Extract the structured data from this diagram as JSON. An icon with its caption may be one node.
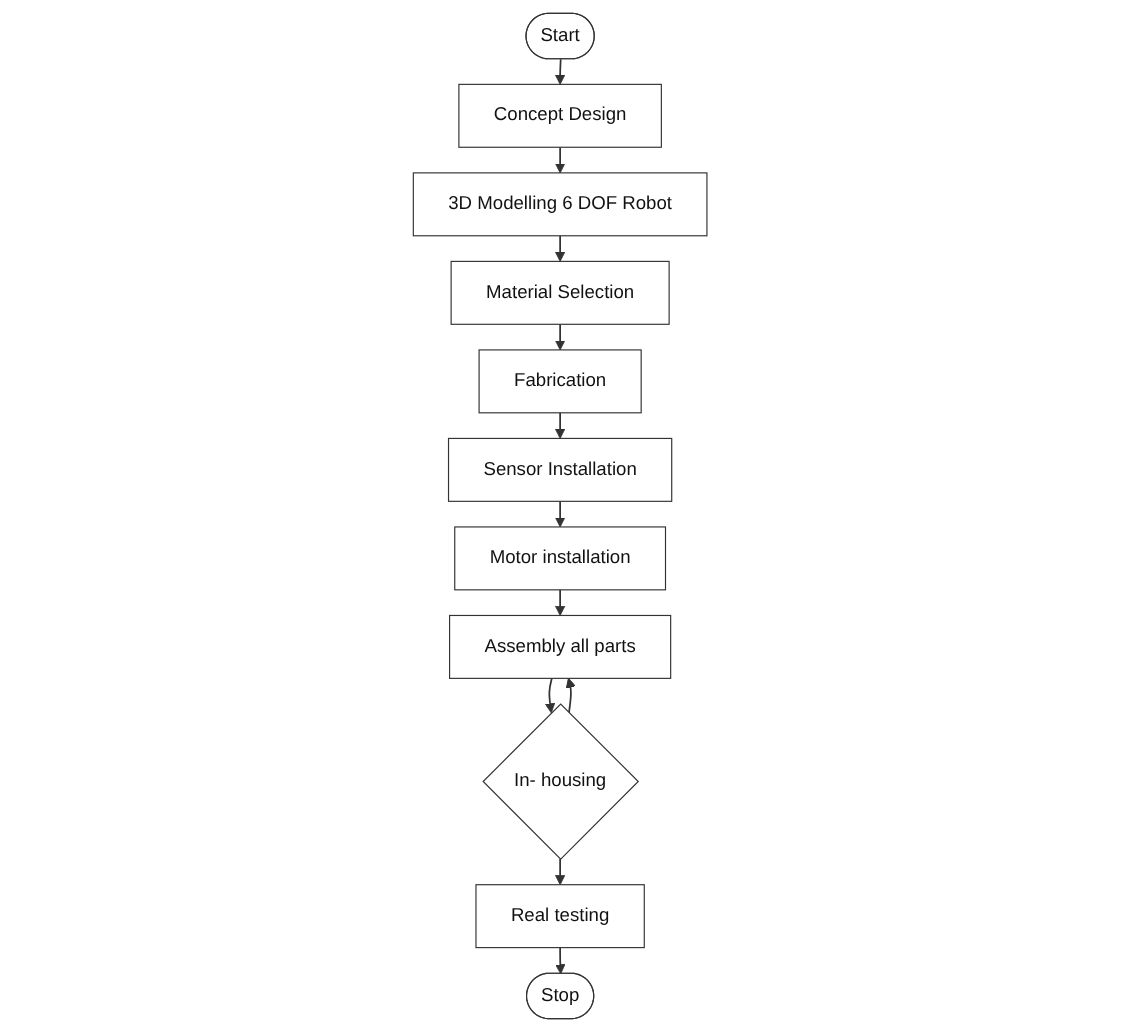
{
  "diagram": {
    "nodes": [
      {
        "text": [
          "Start"
        ]
      },
      {
        "text": [
          "Concept Design"
        ]
      },
      {
        "text": [
          "3D Modelling 6 DOF Robot"
        ]
      },
      {
        "text": [
          "Material Selection"
        ]
      },
      {
        "text": [
          "Fabrication"
        ]
      },
      {
        "text": [
          "Sensor Installation"
        ]
      },
      {
        "text": [
          "Motor installation"
        ]
      },
      {
        "text": [
          "Assembly all parts"
        ]
      },
      {
        "text": [
          "In- housing"
        ]
      },
      {
        "text": [
          "Real testing"
        ]
      },
      {
        "text": [
          "Stop"
        ]
      }
    ],
    "edges": [
      {
        "from": 0,
        "to": 1,
        "arrow": "to"
      },
      {
        "from": 1,
        "to": 2,
        "arrow": "to"
      },
      {
        "from": 2,
        "to": 3,
        "arrow": "to"
      },
      {
        "from": 3,
        "to": 4,
        "arrow": "to"
      },
      {
        "from": 4,
        "to": 5,
        "arrow": "to"
      },
      {
        "from": 5,
        "to": 6,
        "arrow": "to"
      },
      {
        "from": 6,
        "to": 7,
        "arrow": "to"
      },
      {
        "from": 7,
        "to": 8,
        "arrow": "to"
      },
      {
        "from": 8,
        "to": 7,
        "arrow": "to"
      },
      {
        "from": 8,
        "to": 9,
        "arrow": "to"
      },
      {
        "from": 9,
        "to": 10,
        "arrow": "to"
      }
    ]
  }
}
